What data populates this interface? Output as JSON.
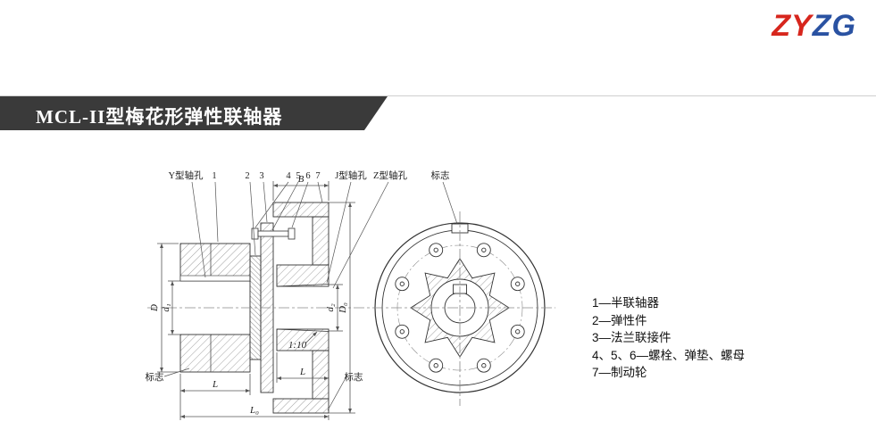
{
  "logo": {
    "part1": "ZY",
    "part2": "ZG",
    "color1": "#d7261d",
    "color2": "#2a52a2"
  },
  "banner": {
    "title": "MCL-II型梅花形弹性联轴器",
    "bg": "#3a3a3a",
    "text_color": "#ffffff"
  },
  "drawing": {
    "callouts": {
      "y_bore": "Y型轴孔",
      "n1": "1",
      "n2": "2",
      "n3": "3",
      "n4": "4",
      "n5": "5",
      "n6": "6",
      "n7": "7",
      "j_bore": "J型轴孔",
      "z_bore": "Z型轴孔",
      "mark_top": "标志",
      "mark_bottom_left": "标志",
      "mark_bottom_right": "标志"
    },
    "dims": {
      "B": "B",
      "D": "D",
      "d1": "d₁",
      "d2": "d₂",
      "D0": "D₀",
      "L_left": "L",
      "L_right": "L",
      "L0": "L₀",
      "taper": "1:10"
    }
  },
  "legend": {
    "items": [
      "1—半联轴器",
      "2—弹性件",
      "3—法兰联接件",
      "4、5、6—螺栓、弹垫、螺母",
      "7—制动轮"
    ]
  }
}
